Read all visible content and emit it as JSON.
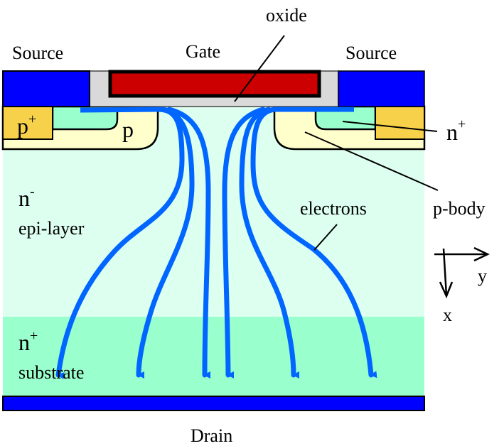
{
  "diagram": {
    "title": "Power MOSFET cross-section with electron flow",
    "labels": {
      "oxide": "oxide",
      "source_left": "Source",
      "gate": "Gate",
      "source_right": "Source",
      "p_plus": "p",
      "p_plus_sup": "+",
      "p_region": "p",
      "n_plus_contact": "n",
      "n_plus_contact_sup": "+",
      "n_minus": "n",
      "n_minus_sup": "-",
      "epi_layer": "epi-layer",
      "electrons": "electrons",
      "p_body": "p-body",
      "axis_y": "y",
      "axis_x": "x",
      "n_plus_substrate": "n",
      "n_plus_substrate_sup": "+",
      "substrate": "substrate",
      "drain": "Drain"
    },
    "colors": {
      "metal": "#0000ff",
      "gate_poly": "#cc0000",
      "oxide": "#d9d9d9",
      "p_plus": "#f7d14a",
      "n_plus": "#99ffcc",
      "p_body": "#ffffcc",
      "epi": "#ddfff0",
      "substrate": "#99ffcc",
      "electron_path": "#0066ff",
      "outline": "#000000"
    },
    "electron_path_count": 6
  }
}
